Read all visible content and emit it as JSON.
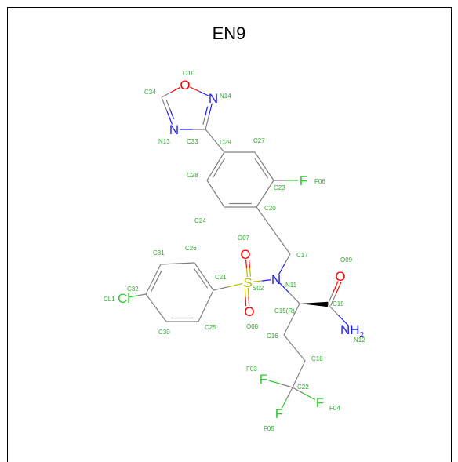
{
  "title": "EN9",
  "colors": {
    "carbon_bond": "#808080",
    "nitrogen": "#1a1aff",
    "oxygen": "#ff0000",
    "fluorine": "#2ecc2e",
    "chlorine": "#2ecc2e",
    "sulfur": "#b8b800",
    "atom_label": "#2eaa2e"
  },
  "atoms": [
    {
      "id": "O10",
      "el": "O",
      "name": "O10",
      "name_dx": -3,
      "name_dy": -12
    },
    {
      "id": "N14",
      "el": "N",
      "name": "N14",
      "name_dx": 8,
      "name_dy": 0
    },
    {
      "id": "C33",
      "el": "C",
      "name": "C33",
      "name_dx": -24,
      "name_dy": 18
    },
    {
      "id": "N13",
      "el": "N",
      "name": "N13",
      "name_dx": -20,
      "name_dy": 18
    },
    {
      "id": "C34",
      "el": "C",
      "name": "C34",
      "name_dx": -22,
      "name_dy": -4
    },
    {
      "id": "C29",
      "el": "C",
      "name": "C29",
      "name_dx": -6,
      "name_dy": -10
    },
    {
      "id": "C27",
      "el": "C",
      "name": "C27",
      "name_dx": -2,
      "name_dy": -12
    },
    {
      "id": "C23",
      "el": "C",
      "name": "C23",
      "name_dx": 0,
      "name_dy": 12
    },
    {
      "id": "F06",
      "el": "F",
      "name": "F06",
      "name_dx": 14,
      "name_dy": 4
    },
    {
      "id": "C20",
      "el": "C",
      "name": "C20",
      "name_dx": 10,
      "name_dy": 4
    },
    {
      "id": "C24",
      "el": "C",
      "name": "C24",
      "name_dx": -38,
      "name_dy": 20
    },
    {
      "id": "C28",
      "el": "C",
      "name": "C28",
      "name_dx": -26,
      "name_dy": -4
    },
    {
      "id": "C17",
      "el": "C",
      "name": "C17",
      "name_dx": 8,
      "name_dy": 4
    },
    {
      "id": "N11",
      "el": "N",
      "name": "N11",
      "name_dx": 12,
      "name_dy": 10
    },
    {
      "id": "S02",
      "el": "S",
      "name": "S02",
      "name_dx": 6,
      "name_dy": 10
    },
    {
      "id": "O07",
      "el": "O",
      "name": "O07",
      "name_dx": -10,
      "name_dy": -18
    },
    {
      "id": "O08",
      "el": "O",
      "name": "O08",
      "name_dx": -4,
      "name_dy": 22
    },
    {
      "id": "C21",
      "el": "C",
      "name": "C21",
      "name_dx": 2,
      "name_dy": -14
    },
    {
      "id": "C26",
      "el": "C",
      "name": "C26",
      "name_dx": -12,
      "name_dy": -16
    },
    {
      "id": "C31",
      "el": "C",
      "name": "C31",
      "name_dx": -10,
      "name_dy": -12
    },
    {
      "id": "C32",
      "el": "C",
      "name": "C32",
      "name_dx": -24,
      "name_dy": -4
    },
    {
      "id": "Cl1",
      "el": "Cl",
      "name": "CL1",
      "name_dx": -26,
      "name_dy": 4
    },
    {
      "id": "C30",
      "el": "C",
      "name": "C30",
      "name_dx": -10,
      "name_dy": 16
    },
    {
      "id": "C25",
      "el": "C",
      "name": "C25",
      "name_dx": 8,
      "name_dy": 10
    },
    {
      "id": "C15",
      "el": "C",
      "name": "C15(R)",
      "name_dx": -32,
      "name_dy": 12
    },
    {
      "id": "C19",
      "el": "C",
      "name": "C19",
      "name_dx": 6,
      "name_dy": 2
    },
    {
      "id": "O09",
      "el": "O",
      "name": "O09",
      "name_dx": 0,
      "name_dy": -18
    },
    {
      "id": "N12",
      "el": "N",
      "name": "N12",
      "name_dx": 2,
      "name_dy": 16
    },
    {
      "id": "C16",
      "el": "C",
      "name": "C16",
      "name_dx": -22,
      "name_dy": 4
    },
    {
      "id": "C18",
      "el": "C",
      "name": "C18",
      "name_dx": 8,
      "name_dy": 0
    },
    {
      "id": "C22",
      "el": "C",
      "name": "C22",
      "name_dx": 6,
      "name_dy": 2
    },
    {
      "id": "F03",
      "el": "F",
      "name": "F03",
      "name_dx": -22,
      "name_dy": -10
    },
    {
      "id": "F04",
      "el": "F",
      "name": "F04",
      "name_dx": 12,
      "name_dy": 10
    },
    {
      "id": "F05",
      "el": "F",
      "name": "F05",
      "name_dx": -20,
      "name_dy": 22
    }
  ],
  "symbols": {
    "O10": "O",
    "N14": "N",
    "N13": "N",
    "F06": "F",
    "N11": "N",
    "S02": "S",
    "O07": "O",
    "O08": "O",
    "Cl1": "Cl",
    "O09": "O",
    "N12": "NH",
    "F03": "F",
    "F04": "F",
    "F05": "F"
  },
  "n12_subscript": "2"
}
